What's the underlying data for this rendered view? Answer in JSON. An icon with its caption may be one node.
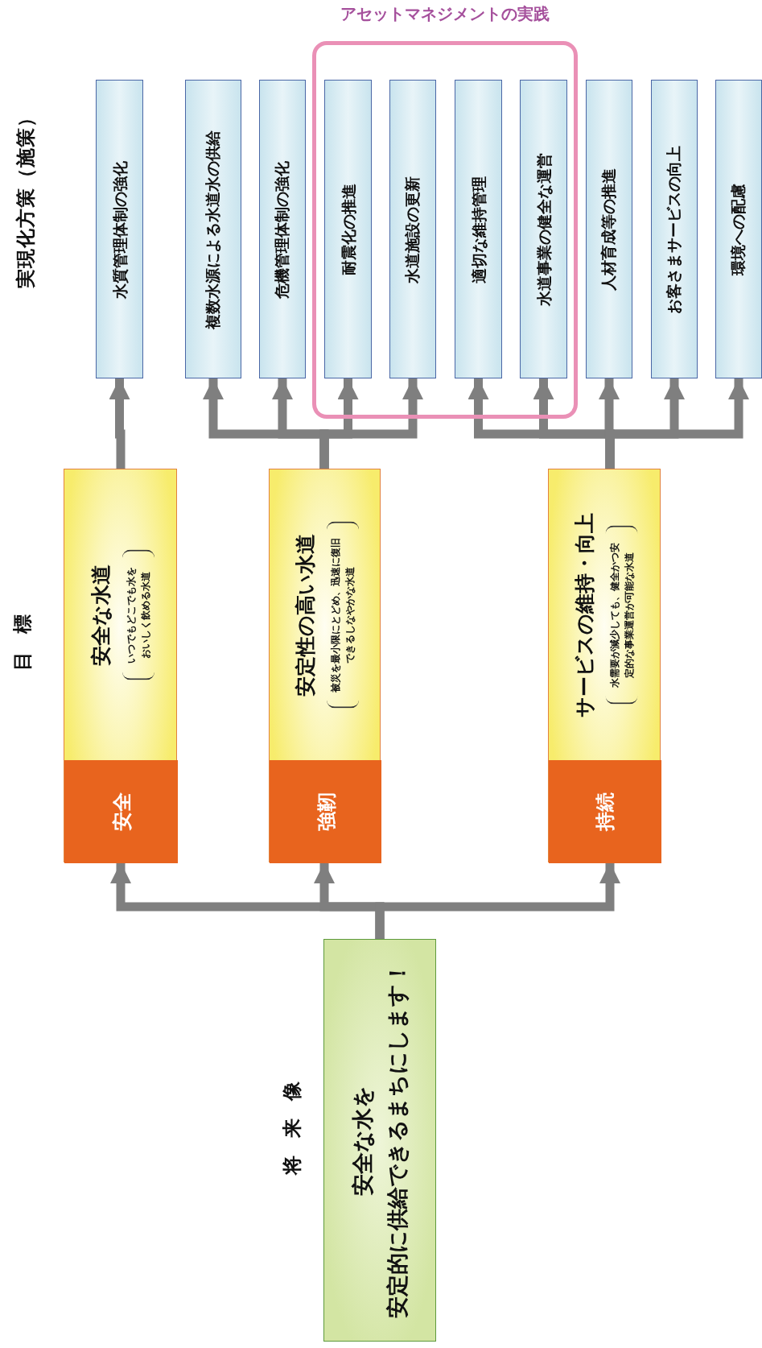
{
  "diagram": {
    "nodes": [
      {
        "text": [
          "アセットマネジメントの実践"
        ]
      },
      {
        "text": [
          "水質管理体制の強化"
        ]
      },
      {
        "text": [
          "複数水源による水道水の供給"
        ]
      },
      {
        "text": [
          "危機管理体制の強化"
        ]
      },
      {
        "text": [
          "耐震化の推進"
        ],
        "in": 0
      },
      {
        "text": [
          "水道施設の更新"
        ],
        "in": 0
      },
      {
        "text": [
          "適切な維持管理"
        ],
        "in": 0
      },
      {
        "text": [
          "水道事業の健全な運営"
        ],
        "in": 0
      },
      {
        "text": [
          "人材育成等の推進"
        ]
      },
      {
        "text": [
          "お客さまサービスの向上"
        ]
      },
      {
        "text": [
          "環境への配慮"
        ]
      },
      {
        "text": [
          "安全な水道",
          "いつでもどこでも水をおいしく飲める水道"
        ]
      },
      {
        "text": [
          "安全"
        ],
        "in": 11
      },
      {
        "text": [
          "安定性の高い水道",
          "被災を最小限にとどめ、迅速に復旧できるしなやかな水道"
        ]
      },
      {
        "text": [
          "強靭"
        ],
        "in": 13
      },
      {
        "text": [
          "サービスの維持・向上",
          "水需要が減少しても、健全かつ安定的な事業運営が可能な水道"
        ]
      },
      {
        "text": [
          "持続"
        ],
        "in": 15
      },
      {
        "text": [
          "安全な水を",
          "安定的に供給できるまちにします！"
        ]
      }
    ],
    "edges": [
      {
        "from": 17,
        "to": 11,
        "arrow": "to"
      },
      {
        "from": 17,
        "to": 13,
        "arrow": "to"
      },
      {
        "from": 17,
        "to": 15,
        "arrow": "to"
      },
      {
        "from": 11,
        "to": 1,
        "arrow": "to"
      },
      {
        "from": 13,
        "to": 2,
        "arrow": "to"
      },
      {
        "from": 13,
        "to": 3,
        "arrow": "to"
      },
      {
        "from": 13,
        "to": 4,
        "arrow": "to"
      },
      {
        "from": 13,
        "to": 5,
        "arrow": "to"
      },
      {
        "from": 15,
        "to": 6,
        "arrow": "to"
      },
      {
        "from": 15,
        "to": 7,
        "arrow": "to"
      },
      {
        "from": 15,
        "to": 8,
        "arrow": "to"
      },
      {
        "from": 15,
        "to": 9,
        "arrow": "to"
      },
      {
        "from": 15,
        "to": 10,
        "arrow": "to"
      }
    ],
    "labels": [
      "実現化方策（施策）",
      "目標",
      "将来像"
    ]
  }
}
